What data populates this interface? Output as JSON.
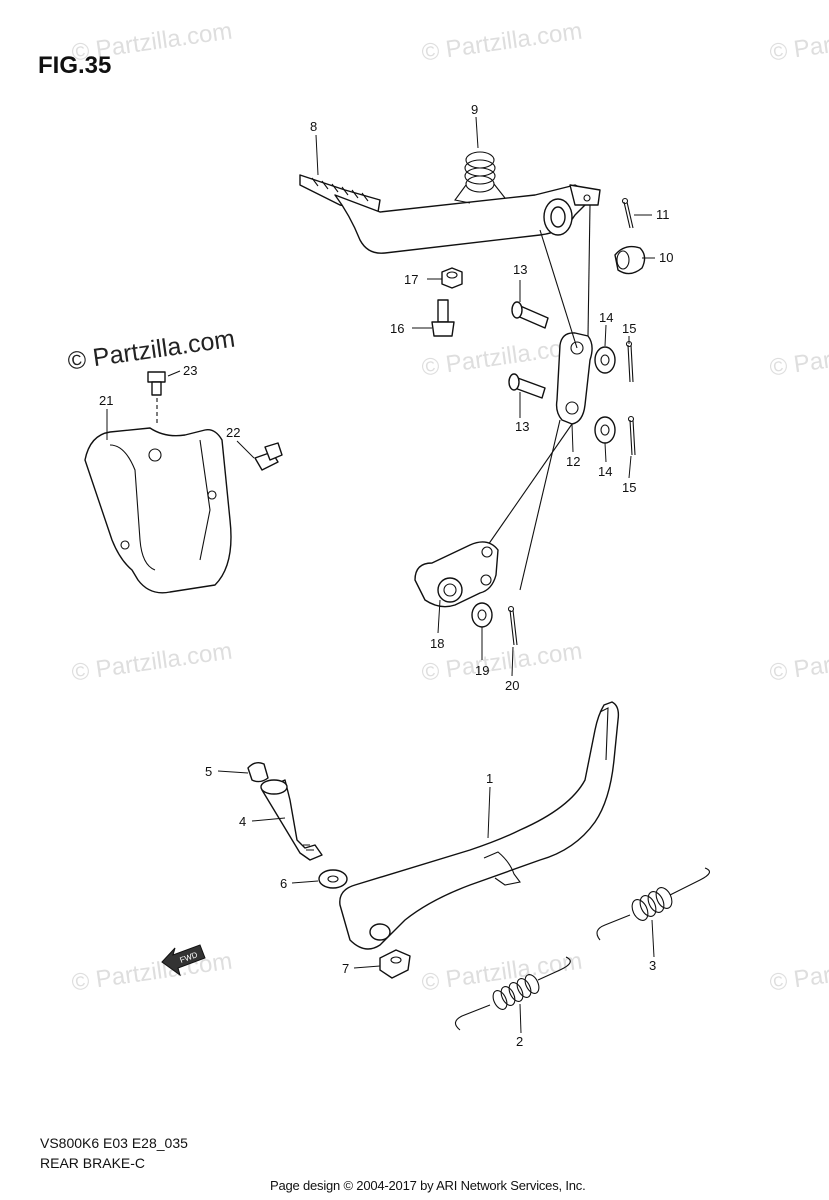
{
  "figure": {
    "title": "FIG.35",
    "model_code": "VS800K6 E03 E28_035",
    "caption": "REAR BRAKE-C",
    "credit": "Page design © 2004-2017 by ARI Network Services, Inc."
  },
  "watermarks": {
    "text": "© Partzilla.com",
    "highlighted": "© Partzilla.com",
    "arrow_label": "FWD"
  },
  "callouts": [
    "1",
    "2",
    "3",
    "4",
    "5",
    "6",
    "7",
    "8",
    "9",
    "10",
    "11",
    "12",
    "13",
    "13",
    "14",
    "14",
    "15",
    "15",
    "16",
    "17",
    "18",
    "19",
    "20",
    "21",
    "22",
    "23"
  ],
  "colors": {
    "line": "#111111",
    "watermark": "#dedede"
  }
}
